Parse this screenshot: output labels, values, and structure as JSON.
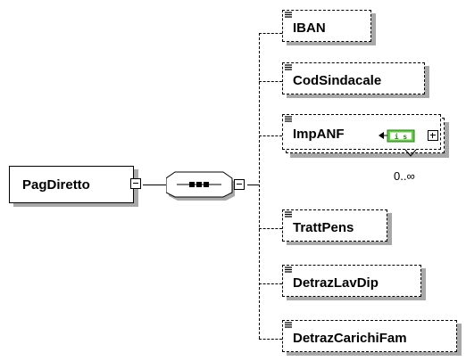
{
  "root": {
    "label": "PagDiretto"
  },
  "sequence": {
    "icon": "sequence-compositor-icon"
  },
  "children": [
    {
      "label": "IBAN",
      "id": "iban"
    },
    {
      "label": "CodSindacale",
      "id": "codsindacale"
    },
    {
      "label": "ImpANF",
      "id": "impanf",
      "cardinality": "0..∞",
      "type_badge": "i s"
    },
    {
      "label": "TrattPens",
      "id": "trattpens"
    },
    {
      "label": "DetrazLavDip",
      "id": "detrazlavdip"
    },
    {
      "label": "DetrazCarichiFam",
      "id": "detrazcarichifam"
    }
  ]
}
